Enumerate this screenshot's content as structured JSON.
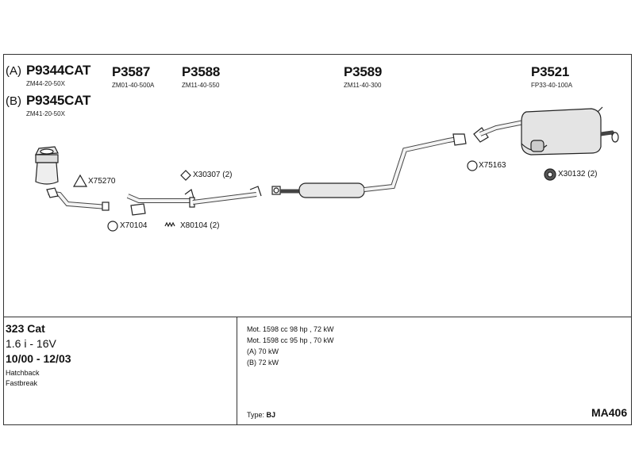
{
  "parts": {
    "a_label": "(A)",
    "b_label": "(B)",
    "p9344": {
      "code": "P9344CAT",
      "ref": "ZM44-20-50X"
    },
    "p9345": {
      "code": "P9345CAT",
      "ref": "ZM41-20-50X"
    },
    "p3587": {
      "code": "P3587",
      "ref": "ZM01-40-500A"
    },
    "p3588": {
      "code": "P3588",
      "ref": "ZM11-40-550"
    },
    "p3589": {
      "code": "P3589",
      "ref": "ZM11-40-300"
    },
    "p3521": {
      "code": "P3521",
      "ref": "FP33-40-100A"
    }
  },
  "fittings": {
    "x75270": "X75270",
    "x30307": "X30307 (2)",
    "x70104": "X70104",
    "x80104": "X80104 (2)",
    "x75163": "X75163",
    "x30132": "X30132 (2)"
  },
  "vehicle": {
    "model": "323 Cat",
    "engine": "1.6 i - 16V",
    "years": "10/00 - 12/03",
    "body1": "Hatchback",
    "body2": "Fastbreak"
  },
  "motor": {
    "line1": "Mot. 1598 cc 98 hp , 72 kW",
    "line2": "Mot. 1598 cc 95 hp , 70 kW",
    "line3": "(A) 70 kW",
    "line4": "(B) 72 kW"
  },
  "type": {
    "label": "Type:",
    "value": "BJ"
  },
  "diagram_id": "MA406"
}
